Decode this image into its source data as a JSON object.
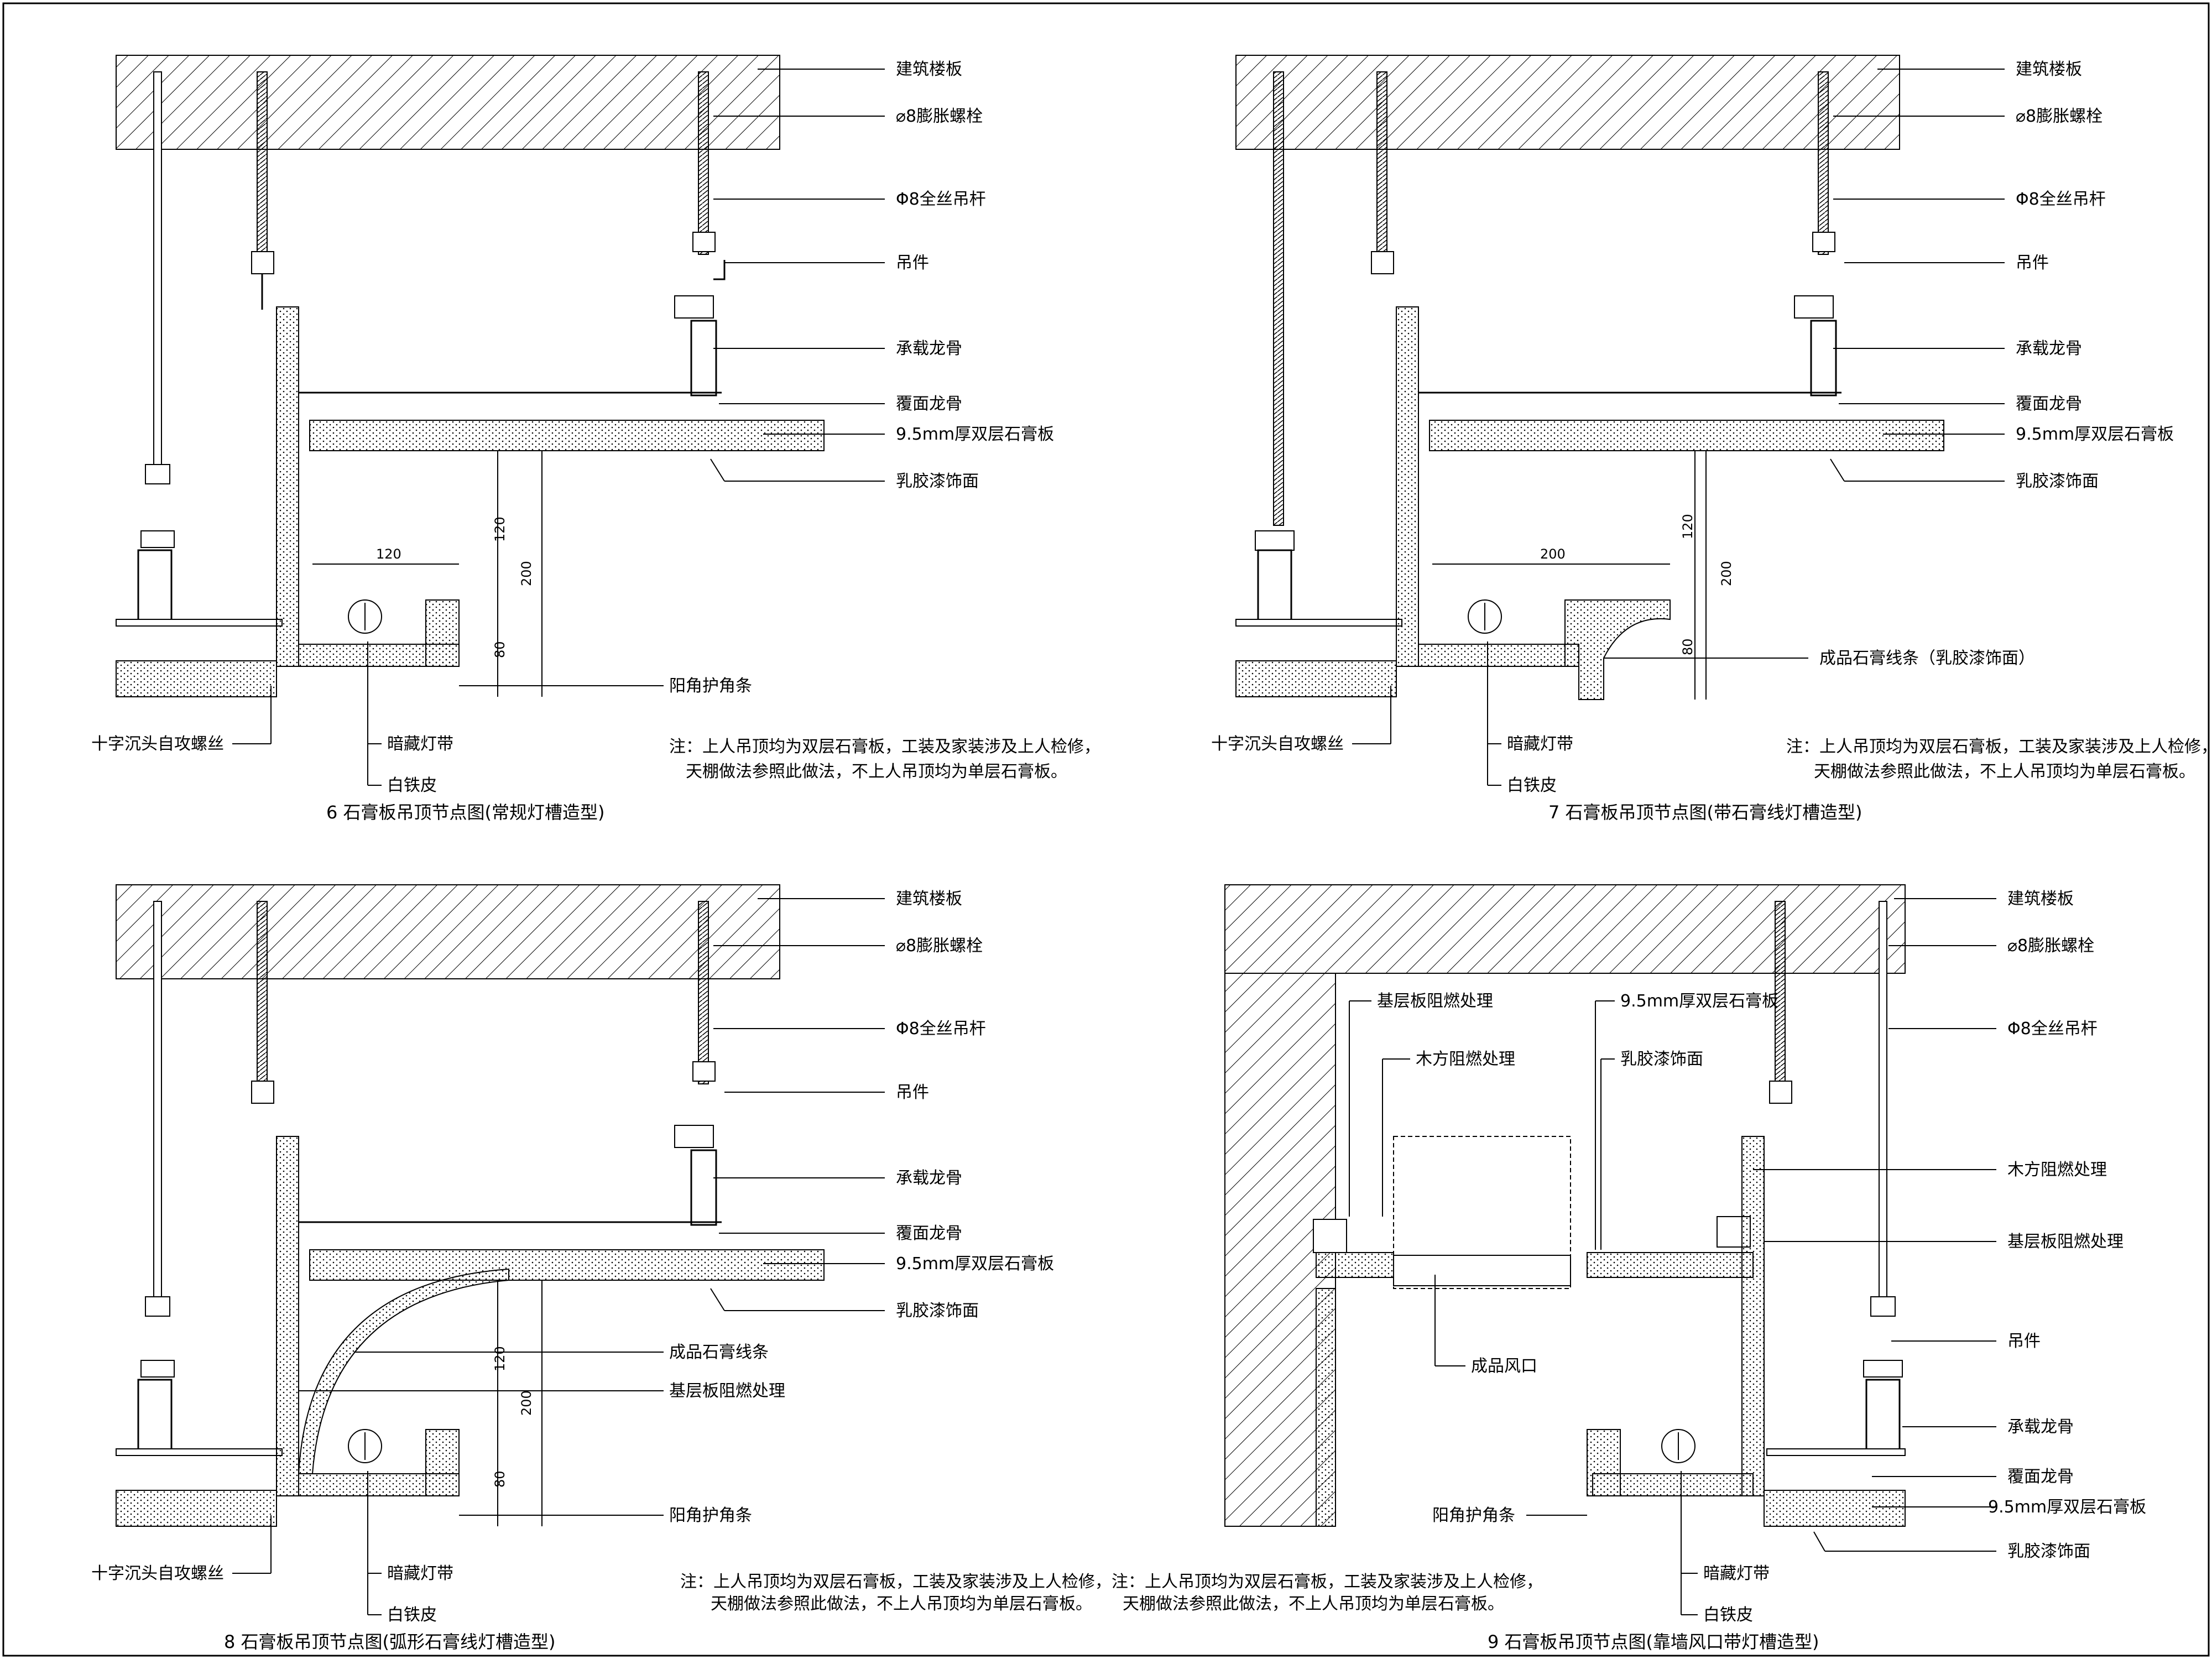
{
  "colors": {
    "line": "#000000",
    "background": "#ffffff"
  },
  "details": [
    {
      "caption": "6    石膏板吊顶节点图(常规灯槽造型)",
      "labels": {
        "floor_slab": "建筑楼板",
        "expansion_bolt": "⌀8膨胀螺栓",
        "threaded_rod": "Φ8全丝吊杆",
        "hanger": "吊件",
        "main_keel": "承载龙骨",
        "cover_keel": "覆面龙骨",
        "gypsum_board": "9.5mm厚双层石膏板",
        "latex_paint": "乳胶漆饰面",
        "corner_bead": "阳角护角条",
        "screw": "十字沉头自攻螺丝",
        "hidden_light": "暗藏灯带",
        "iron_sheet": "白铁皮"
      },
      "dims": {
        "width": "120",
        "depth1": "120",
        "depth2": "200",
        "depth3": "80"
      },
      "note": [
        "注：上人吊顶均为双层石膏板，工装及家装涉及上人检修，",
        "天棚做法参照此做法，不上人吊顶均为单层石膏板。"
      ]
    },
    {
      "caption": "7  石膏板吊顶节点图(带石膏线灯槽造型)",
      "labels": {
        "floor_slab": "建筑楼板",
        "expansion_bolt": "⌀8膨胀螺栓",
        "threaded_rod": "Φ8全丝吊杆",
        "hanger": "吊件",
        "main_keel": "承载龙骨",
        "cover_keel": "覆面龙骨",
        "gypsum_board": "9.5mm厚双层石膏板",
        "latex_paint": "乳胶漆饰面",
        "gypsum_line": "成品石膏线条（乳胶漆饰面）",
        "screw": "十字沉头自攻螺丝",
        "hidden_light": "暗藏灯带",
        "iron_sheet": "白铁皮"
      },
      "dims": {
        "width": "200",
        "depth1": "120",
        "depth2": "200",
        "depth3": "80"
      },
      "note": [
        "注：上人吊顶均为双层石膏板，工装及家装涉及上人检修，",
        "天棚做法参照此做法，不上人吊顶均为单层石膏板。"
      ]
    },
    {
      "caption": "8 石膏板吊顶节点图(弧形石膏线灯槽造型)",
      "labels": {
        "floor_slab": "建筑楼板",
        "expansion_bolt": "⌀8膨胀螺栓",
        "threaded_rod": "Φ8全丝吊杆",
        "hanger": "吊件",
        "main_keel": "承载龙骨",
        "cover_keel": "覆面龙骨",
        "gypsum_board": "9.5mm厚双层石膏板",
        "latex_paint": "乳胶漆饰面",
        "gypsum_line": "成品石膏线条",
        "base_fire": "基层板阻燃处理",
        "corner_bead": "阳角护角条",
        "screw": "十字沉头自攻螺丝",
        "hidden_light": "暗藏灯带",
        "iron_sheet": "白铁皮"
      },
      "dims": {
        "depth1": "120",
        "depth2": "200",
        "depth3": "80"
      },
      "note": [
        "注：上人吊顶均为双层石膏板，工装及家装涉及上人检修，",
        "天棚做法参照此做法，不上人吊顶均为单层石膏板。"
      ]
    },
    {
      "caption": "9 石膏板吊顶节点图(靠墙风口带灯槽造型)",
      "labels": {
        "floor_slab": "建筑楼板",
        "expansion_bolt": "⌀8膨胀螺栓",
        "threaded_rod": "Φ8全丝吊杆",
        "base_fire_left": "基层板阻燃处理",
        "gypsum_board_top": "9.5mm厚双层石膏板",
        "wood_fire_left": "木方阻燃处理",
        "latex_paint_top": "乳胶漆饰面",
        "wood_fire_right": "木方阻燃处理",
        "base_fire_right": "基层板阻燃处理",
        "vent": "成品风口",
        "hanger": "吊件",
        "main_keel": "承载龙骨",
        "cover_keel": "覆面龙骨",
        "gypsum_board": "9.5mm厚双层石膏板",
        "latex_paint": "乳胶漆饰面",
        "corner_bead": "阳角护角条",
        "hidden_light": "暗藏灯带",
        "iron_sheet": "白铁皮"
      },
      "note": [
        "注：上人吊顶均为双层石膏板，工装及家装涉及上人检修，",
        "天棚做法参照此做法，不上人吊顶均为单层石膏板。"
      ]
    }
  ]
}
